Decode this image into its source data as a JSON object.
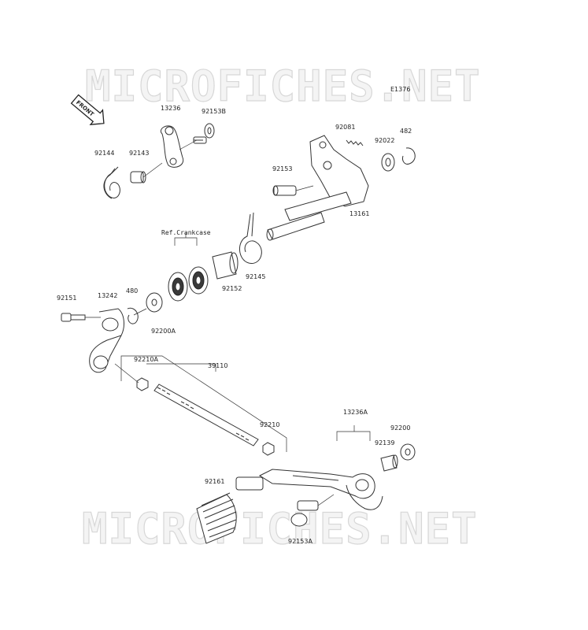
{
  "watermark": "MICROFICHES.NET",
  "diagram_code": "E1376",
  "direction_badge": "FRONT",
  "ref_note": "Ref.Crankcase",
  "part_labels": {
    "p13236": "13236",
    "p92153B": "92153B",
    "p92144": "92144",
    "p92143": "92143",
    "p92081": "92081",
    "p482": "482",
    "p92022": "92022",
    "p92153": "92153",
    "p13161": "13161",
    "p92145": "92145",
    "p92152": "92152",
    "p92151": "92151",
    "p13242": "13242",
    "p480": "480",
    "p92200A": "92200A",
    "p92210A": "92210A",
    "p39110": "39110",
    "p92210": "92210",
    "p13236A": "13236A",
    "p92200": "92200",
    "p92139": "92139",
    "p92161": "92161",
    "p92153A": "92153A"
  }
}
